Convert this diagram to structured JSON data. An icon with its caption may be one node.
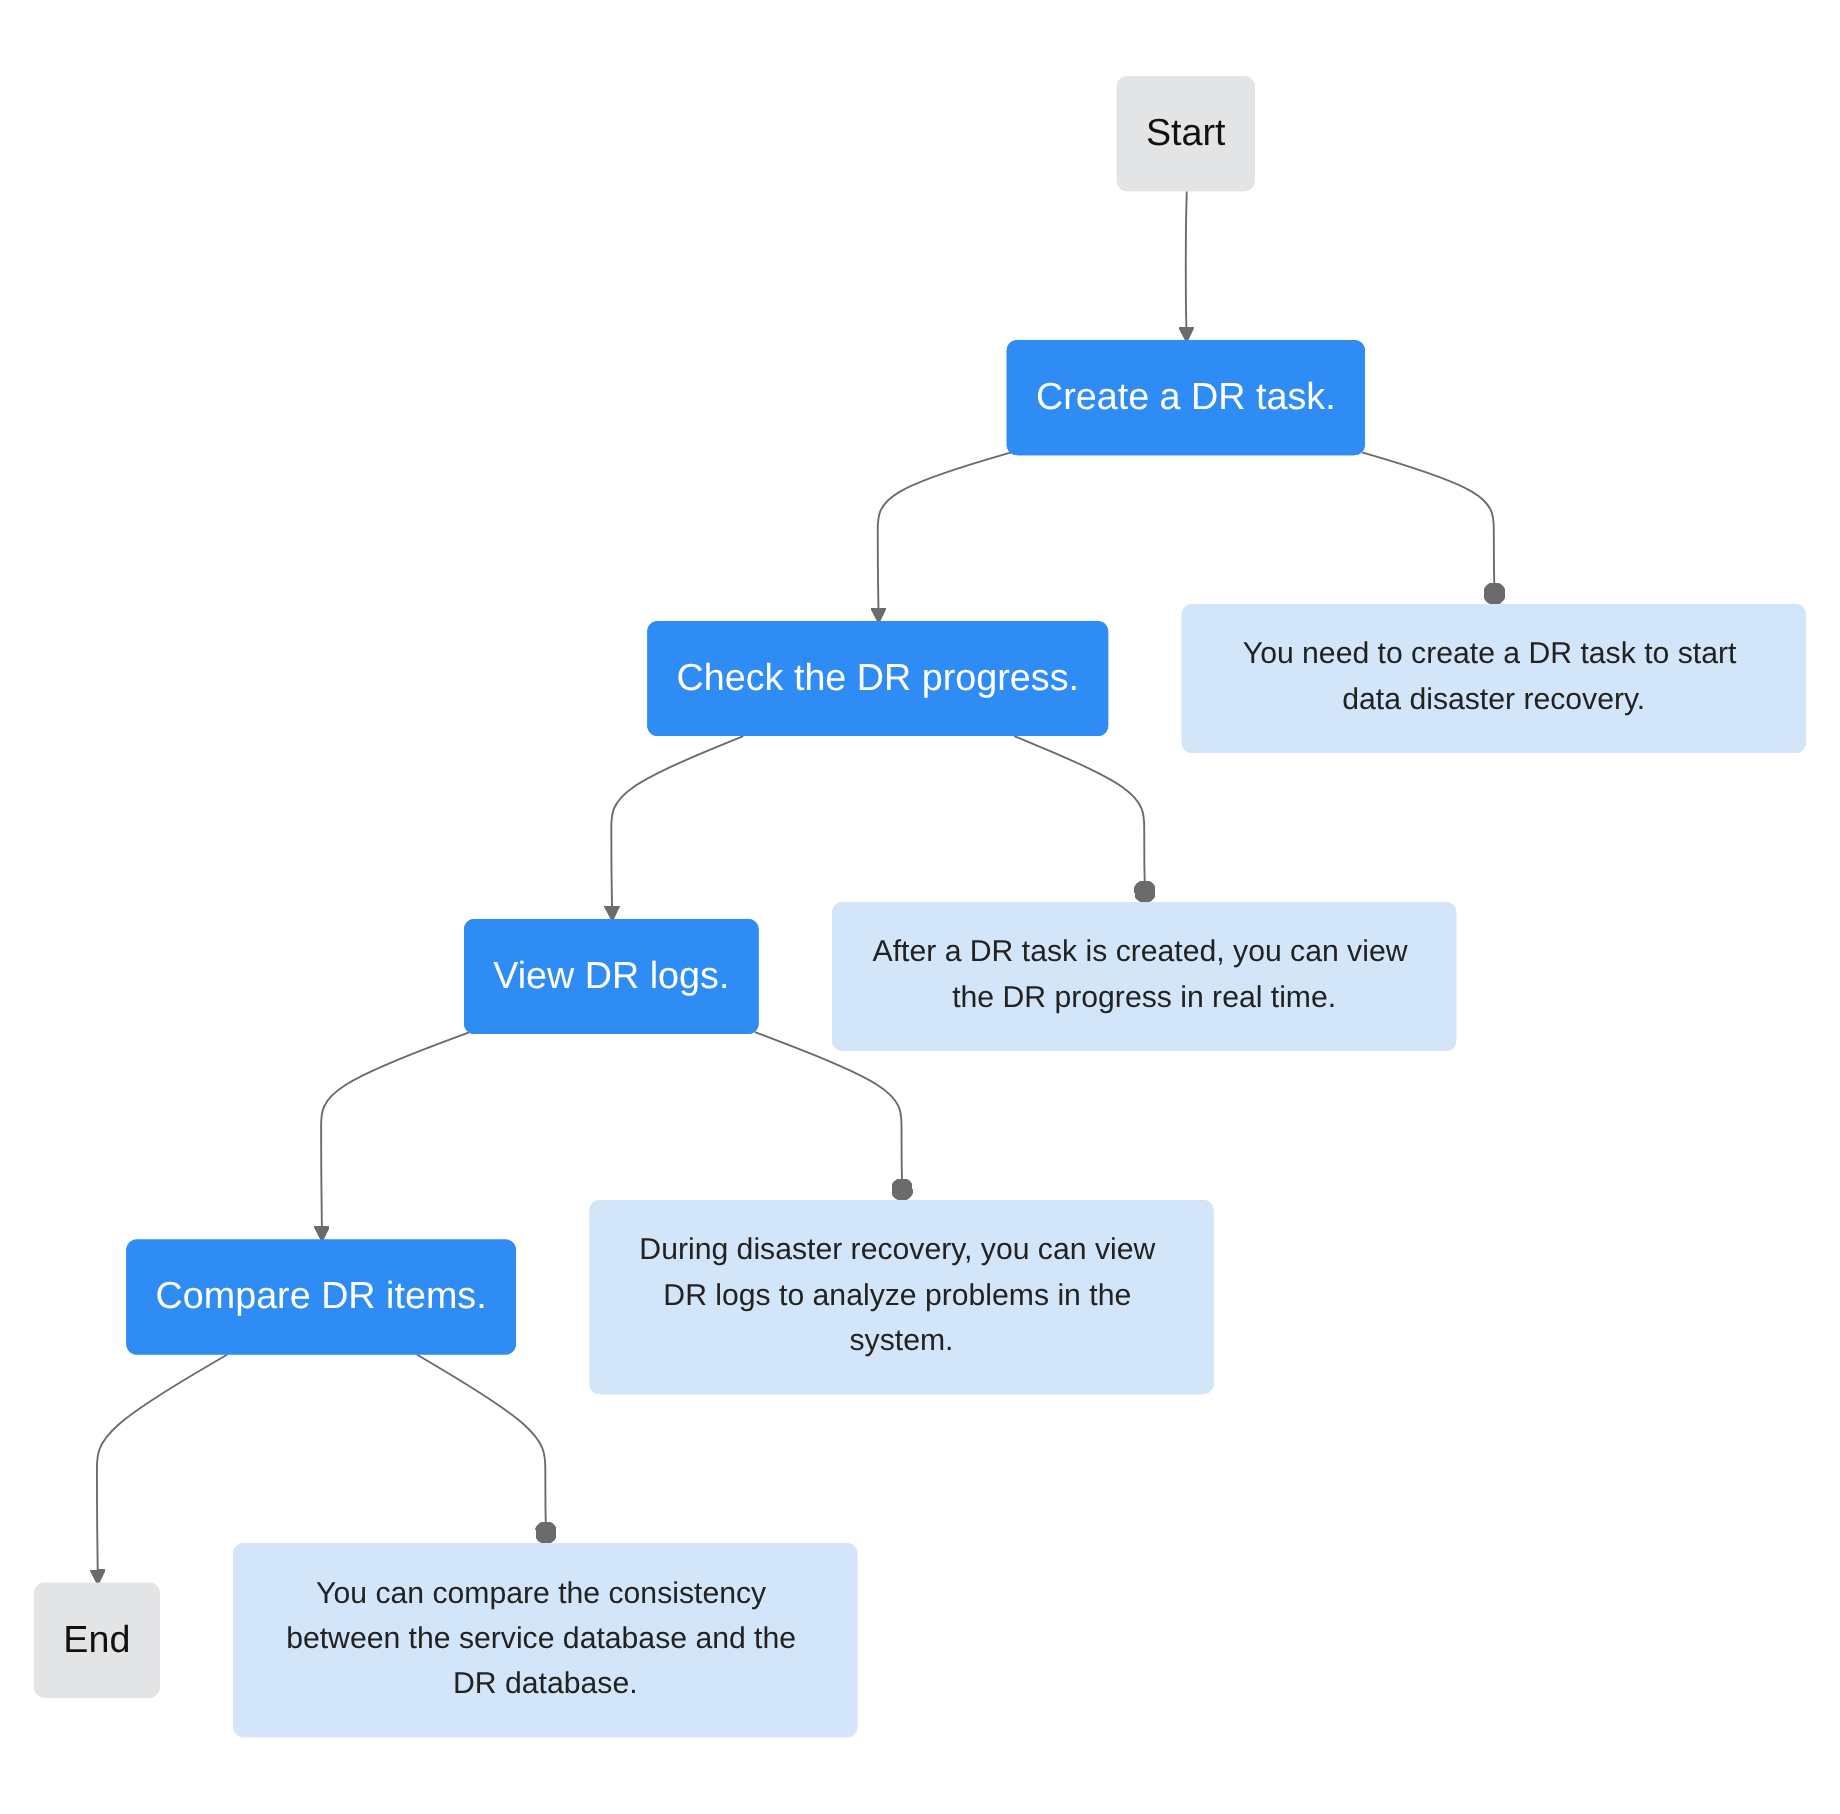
{
  "diagram": {
    "nodes": [
      {
        "text": [
          "Start"
        ]
      },
      {
        "text": [
          "Create a DR task."
        ]
      },
      {
        "text": [
          "Check the DR progress."
        ]
      },
      {
        "text": [
          "View DR logs."
        ]
      },
      {
        "text": [
          "Compare DR items."
        ]
      },
      {
        "text": [
          "End"
        ]
      },
      {
        "text": [
          "You need to create a DR task to start data disaster recovery."
        ]
      },
      {
        "text": [
          "After a DR task is created, you can view the DR progress in real time."
        ]
      },
      {
        "text": [
          "During disaster recovery, you can view DR logs to analyze problems in the system."
        ]
      },
      {
        "text": [
          "You can compare the consistency between the service database and the DR database."
        ]
      }
    ],
    "edges": [
      {
        "from": 0,
        "to": 1,
        "arrow": "to"
      },
      {
        "from": 1,
        "to": 2,
        "arrow": "to"
      },
      {
        "from": 2,
        "to": 3,
        "arrow": "to"
      },
      {
        "from": 3,
        "to": 4,
        "arrow": "to"
      },
      {
        "from": 4,
        "to": 5,
        "arrow": "to"
      },
      {
        "from": 1,
        "to": 6,
        "arrow": "other"
      },
      {
        "from": 2,
        "to": 7,
        "arrow": "other"
      },
      {
        "from": 3,
        "to": 8,
        "arrow": "other"
      },
      {
        "from": 4,
        "to": 9,
        "arrow": "other"
      }
    ]
  }
}
